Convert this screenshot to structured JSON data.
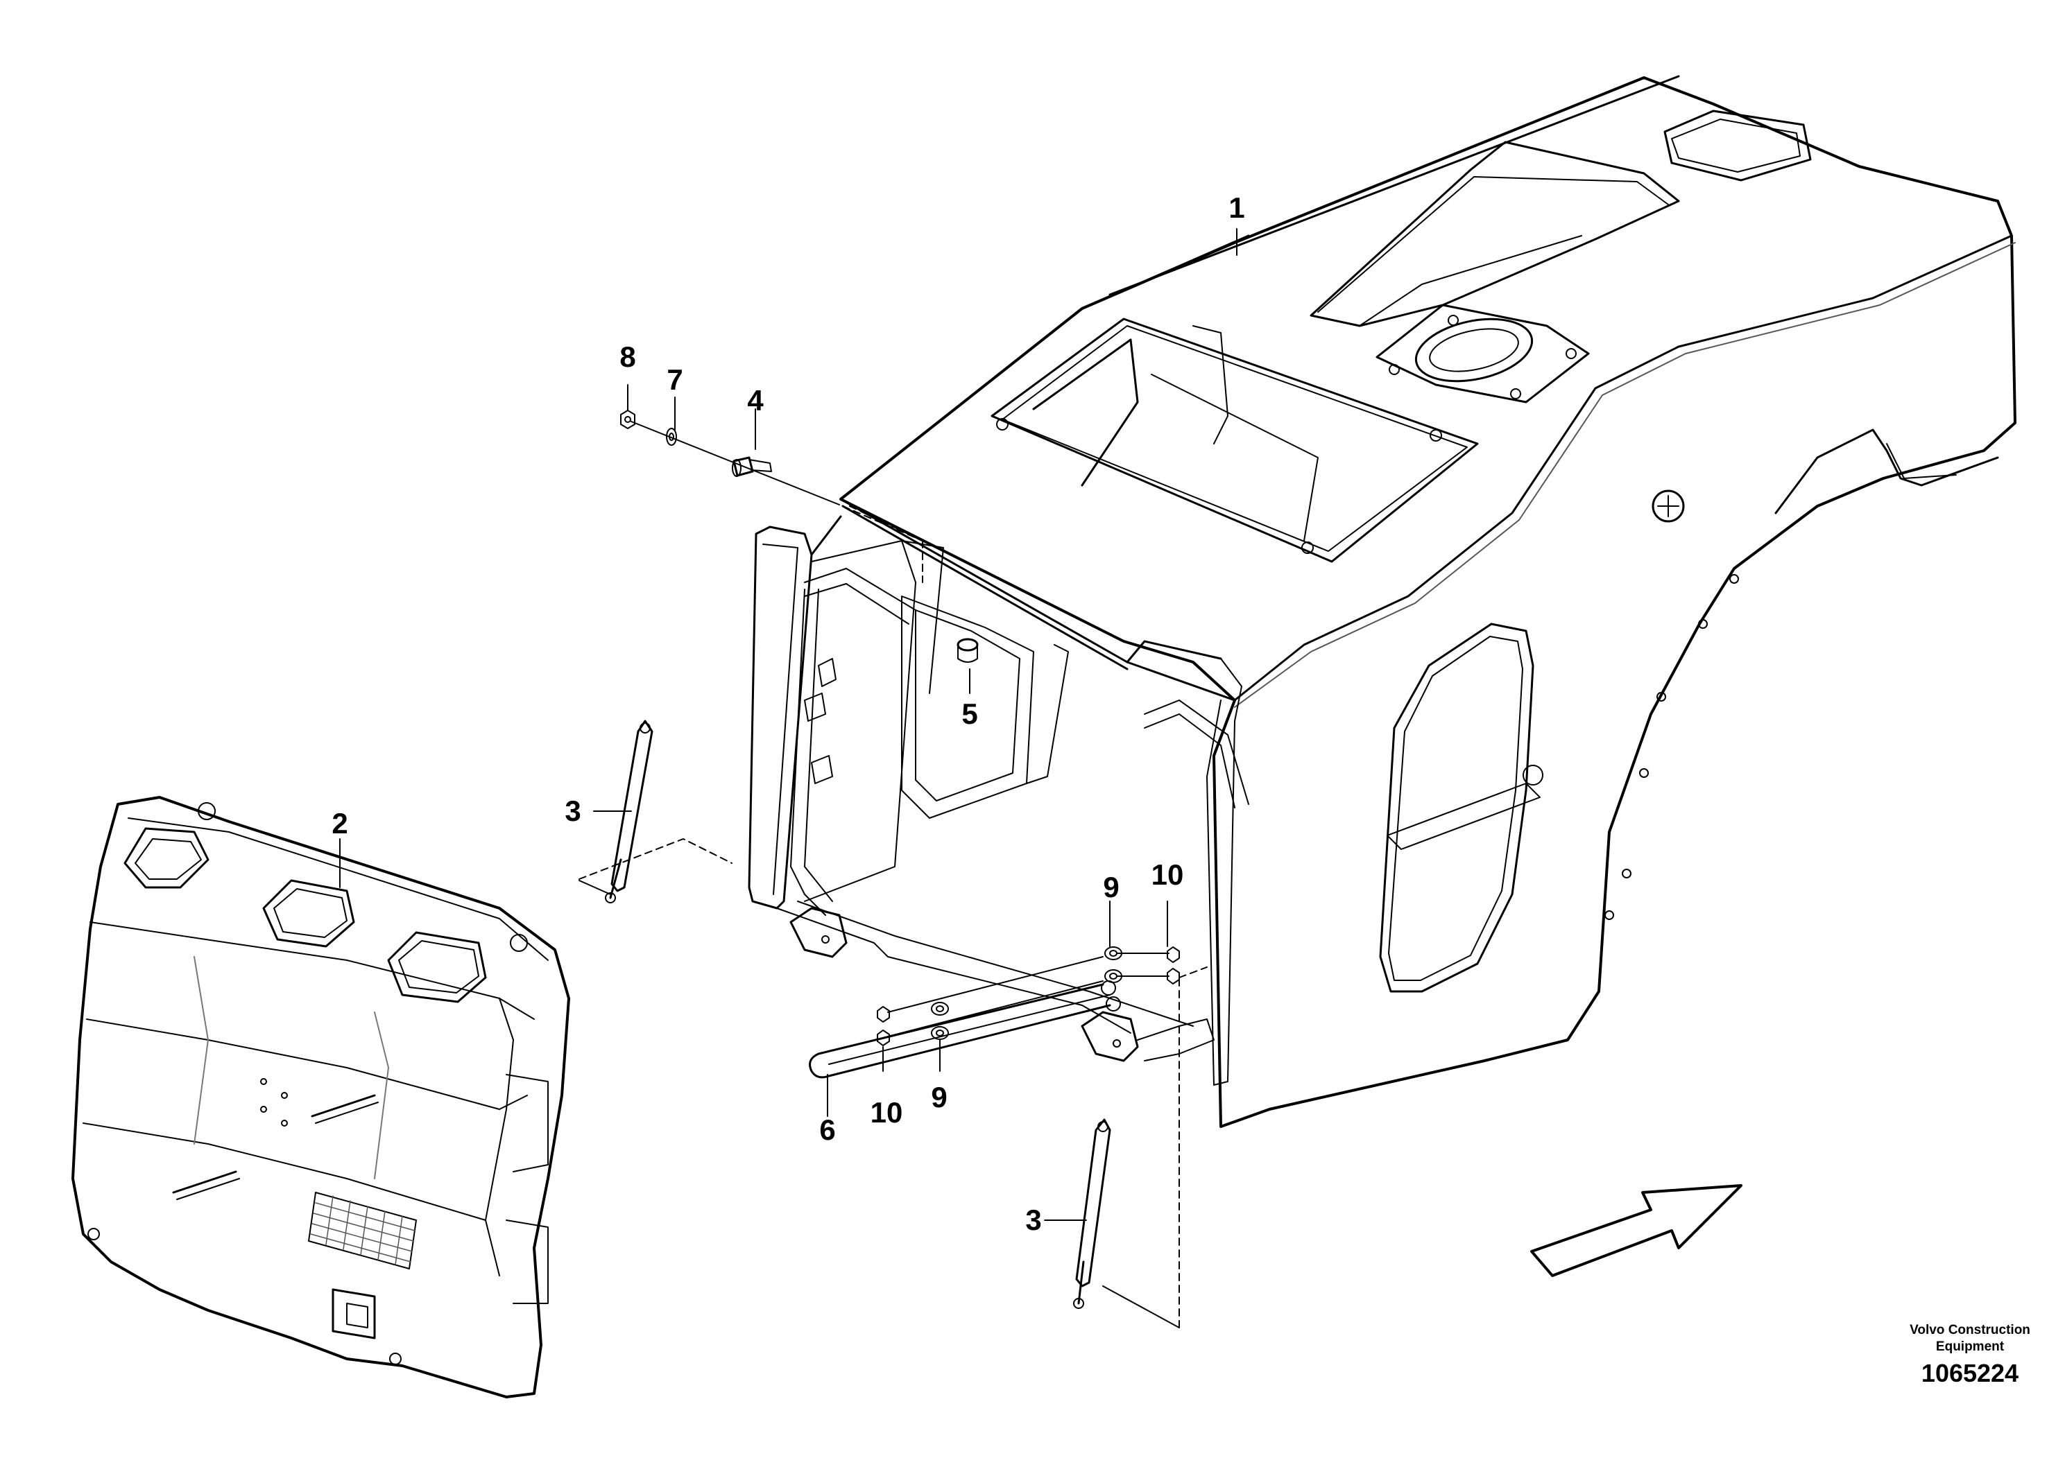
{
  "callouts": [
    {
      "id": "c1",
      "label": "1"
    },
    {
      "id": "c2",
      "label": "2"
    },
    {
      "id": "c3a",
      "label": "3"
    },
    {
      "id": "c3b",
      "label": "3"
    },
    {
      "id": "c4",
      "label": "4"
    },
    {
      "id": "c5",
      "label": "5"
    },
    {
      "id": "c6",
      "label": "6"
    },
    {
      "id": "c7",
      "label": "7"
    },
    {
      "id": "c8",
      "label": "8"
    },
    {
      "id": "c9a",
      "label": "9"
    },
    {
      "id": "c9b",
      "label": "9"
    },
    {
      "id": "c10a",
      "label": "10"
    },
    {
      "id": "c10b",
      "label": "10"
    }
  ],
  "footer": {
    "company_line1": "Volvo Construction",
    "company_line2": "Equipment",
    "drawing_number": "1065224"
  },
  "colors": {
    "line": "#000000",
    "background": "#ffffff",
    "faint": "#9a9a9a"
  }
}
